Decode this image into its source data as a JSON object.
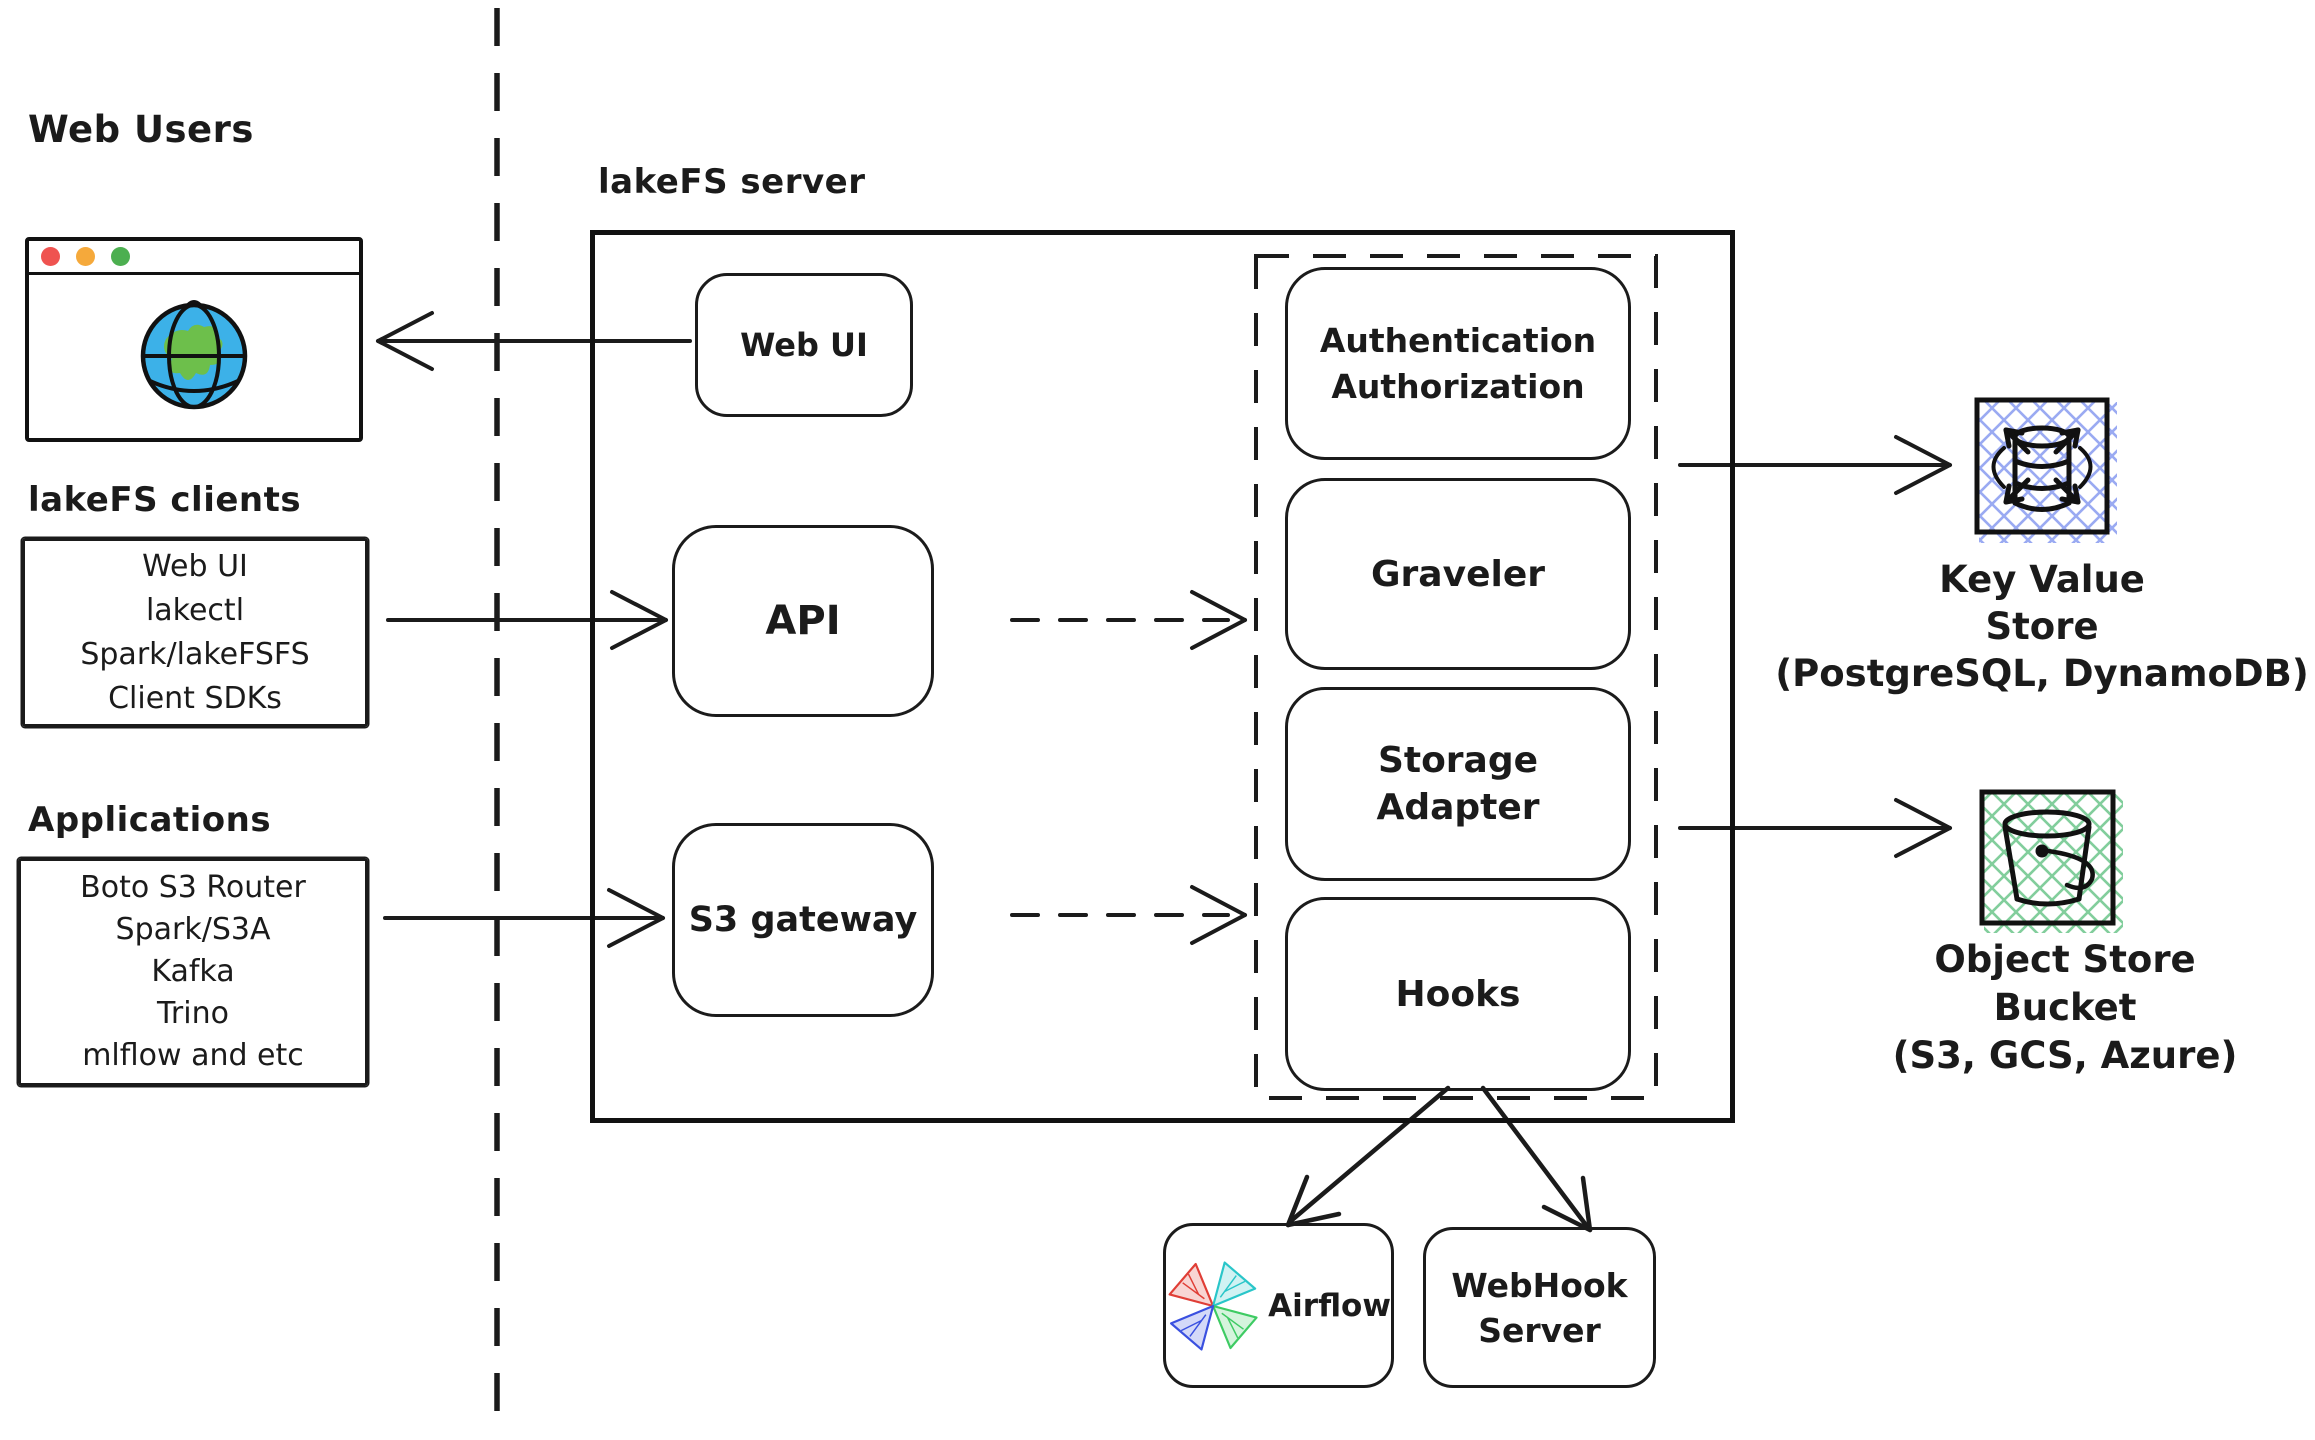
{
  "left": {
    "web_users_label": "Web Users",
    "clients_label": "lakeFS clients",
    "clients_items": [
      "Web UI",
      "lakectl",
      "Spark/lakeFSFS",
      "Client SDKs"
    ],
    "applications_label": "Applications",
    "applications_items": [
      "Boto S3 Router",
      "Spark/S3A",
      "Kafka",
      "Trino",
      "mlflow and etc"
    ]
  },
  "server": {
    "label": "lakeFS server",
    "web_ui_label": "Web UI",
    "api_label": "API",
    "s3_gateway_label": "S3 gateway",
    "internal": {
      "auth_line1": "Authentication",
      "auth_line2": "Authorization",
      "graveler": "Graveler",
      "storage_line1": "Storage",
      "storage_line2": "Adapter",
      "hooks": "Hooks"
    }
  },
  "right": {
    "kv": {
      "line1": "Key Value",
      "line2": "Store",
      "line3": "(PostgreSQL, DynamoDB)",
      "icon": "database-scale-icon"
    },
    "object": {
      "line1": "Object Store",
      "line2": "Bucket",
      "line3": "(S3, GCS, Azure)",
      "icon": "bucket-icon"
    }
  },
  "bottom": {
    "airflow_label": "Airflow",
    "webhook_line1": "WebHook",
    "webhook_line2": "Server"
  },
  "colors": {
    "stroke": "#1b1b1b",
    "browser_dot_red": "#ef5350",
    "browser_dot_orange": "#f5a93b",
    "browser_dot_green": "#4caf50",
    "globe_blue": "#3cb1e8",
    "globe_green": "#6dbf4b",
    "kv_hatch_blue": "#9aaaf2",
    "object_hatch_green": "#82ce9c",
    "airflow_red": "#e03e36",
    "airflow_cyan": "#29c6c9",
    "airflow_blue": "#3a50e0",
    "airflow_green": "#3ecb63"
  }
}
